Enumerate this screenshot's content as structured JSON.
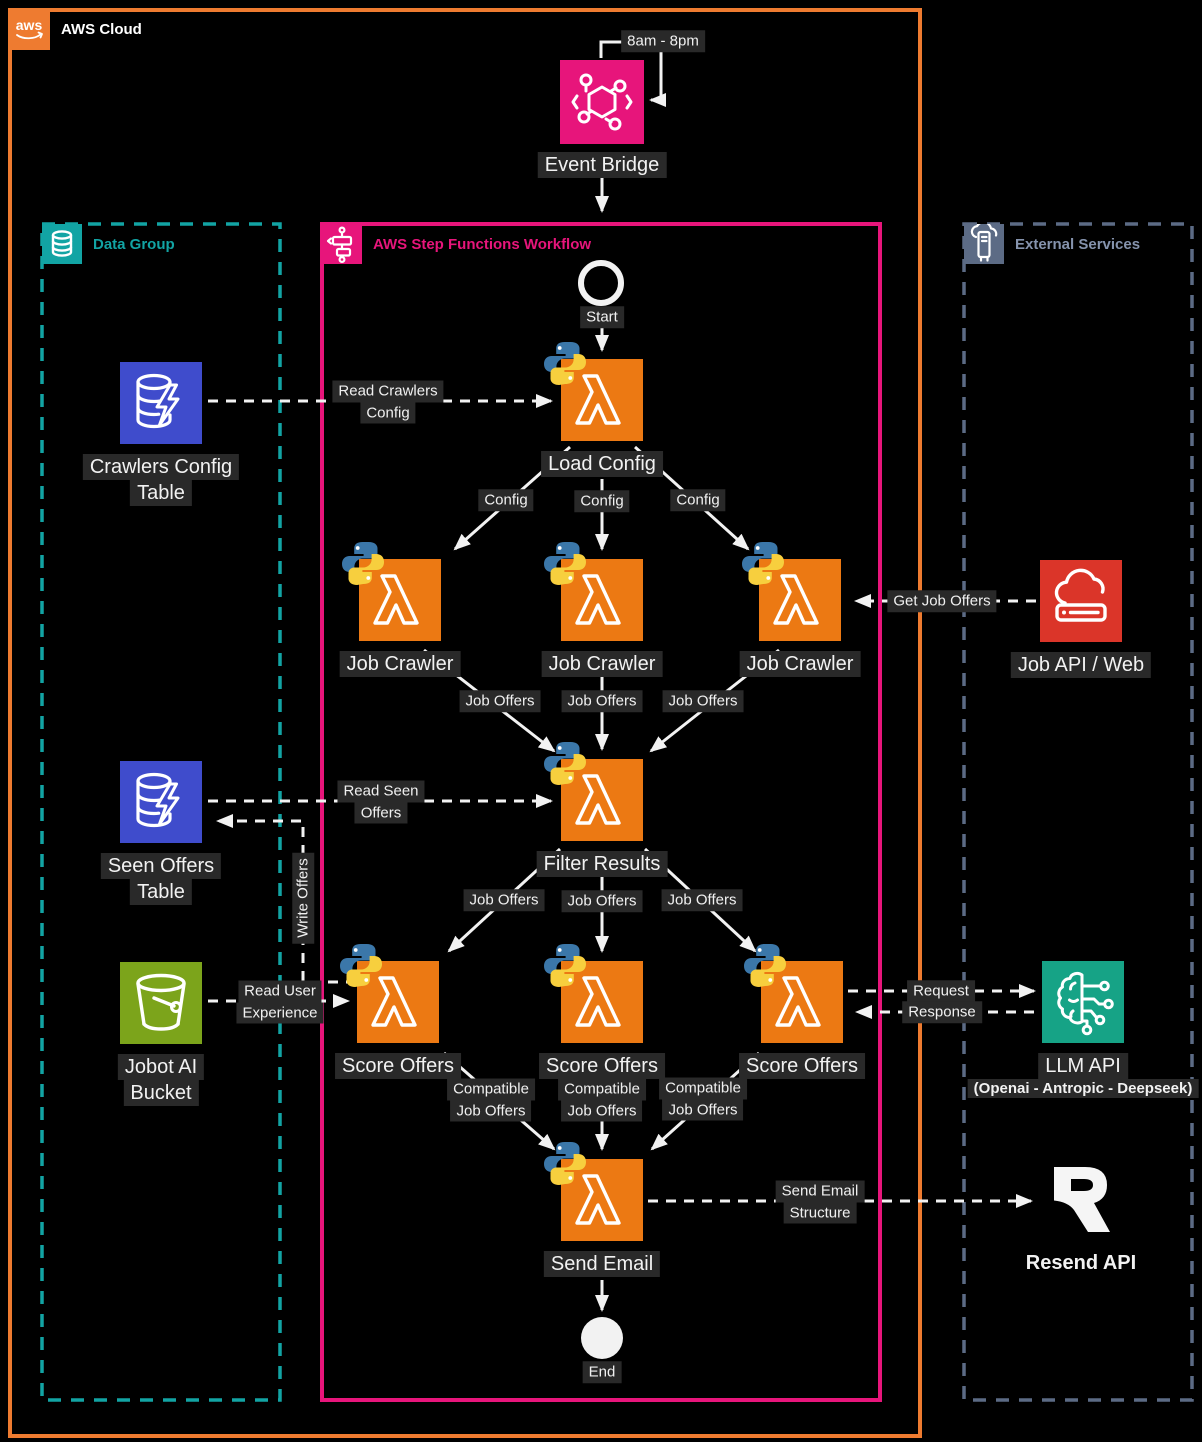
{
  "colors": {
    "background": "#000000",
    "aws_cloud_border": "#EE7B30",
    "step_functions_pink": "#E7157B",
    "data_group_teal": "#12A4A4",
    "external_services_gray": "#5C6B85",
    "lambda_orange": "#EC7913",
    "eventbridge_pink": "#E7157B",
    "dynamodb_blue": "#3F4CCC",
    "s3_green": "#7CA41B",
    "job_api_red": "#DB3529",
    "llm_teal": "#16A386",
    "label_background": "#292929",
    "text": "#F2F2F2"
  },
  "containers": {
    "aws_cloud": {
      "label": "AWS Cloud",
      "logo_text": "aws"
    },
    "data_group": {
      "label": "Data Group"
    },
    "step_functions": {
      "label": "AWS Step Functions Workflow"
    },
    "external_services": {
      "label": "External Services"
    }
  },
  "nodes": {
    "event_bridge": {
      "label": "Event Bridge",
      "schedule": "8am - 8pm"
    },
    "start": {
      "label": "Start"
    },
    "load_config": {
      "label": "Load Config"
    },
    "job_crawlers": [
      "Job Crawler",
      "Job Crawler",
      "Job Crawler"
    ],
    "filter_results": {
      "label": "Filter Results"
    },
    "score_offers": [
      "Score Offers",
      "Score Offers",
      "Score Offers"
    ],
    "send_email": {
      "label": "Send Email"
    },
    "end": {
      "label": "End"
    },
    "crawlers_config_table": {
      "lines": [
        "Crawlers Config",
        "Table"
      ]
    },
    "seen_offers_table": {
      "lines": [
        "Seen Offers",
        "Table"
      ]
    },
    "jobot_bucket": {
      "lines": [
        "Jobot AI",
        "Bucket"
      ]
    },
    "job_api": {
      "label": "Job API / Web"
    },
    "llm_api": {
      "label": "LLM API",
      "sublabel": "(Openai - Antropic - Deepseek)"
    },
    "resend": {
      "label": "Resend API"
    }
  },
  "edge_labels": {
    "read_crawlers_config": [
      "Read Crawlers",
      "Config"
    ],
    "config": [
      "Config",
      "Config",
      "Config"
    ],
    "job_offers_top": [
      "Job Offers",
      "Job Offers",
      "Job Offers"
    ],
    "get_job_offers": "Get Job Offers",
    "read_seen_offers": [
      "Read Seen",
      "Offers"
    ],
    "write_offers": "Write Offers",
    "job_offers_bottom": [
      "Job Offers",
      "Job Offers",
      "Job Offers"
    ],
    "read_user_experience": [
      "Read User",
      "Experience"
    ],
    "compatible_job_offers": [
      [
        "Compatible",
        "Job Offers"
      ],
      [
        "Compatible",
        "Job Offers"
      ],
      [
        "Compatible",
        "Job Offers"
      ]
    ],
    "request": "Request",
    "response": "Response",
    "send_email_structure": [
      "Send Email",
      "Structure"
    ]
  }
}
